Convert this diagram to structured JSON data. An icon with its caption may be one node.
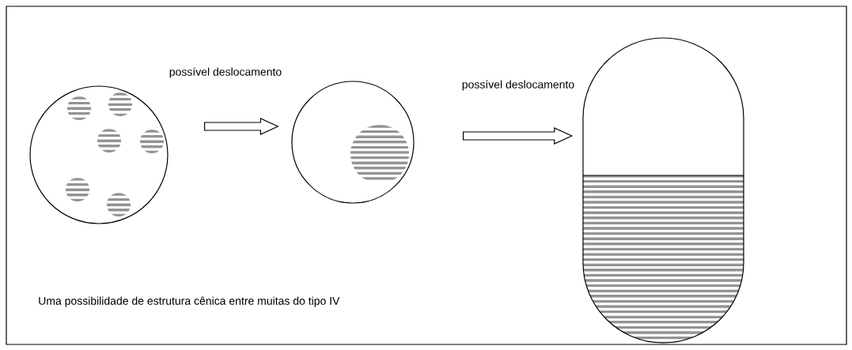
{
  "diagram": {
    "nodes": [
      {
        "text": [],
        "shape": "circle"
      },
      {
        "text": [],
        "shape": "circle"
      },
      {
        "text": [],
        "shape": "capsule"
      }
    ],
    "edges": [
      {
        "from": 0,
        "to": 1,
        "arrow": "to",
        "label": "possível deslocamento"
      },
      {
        "from": 1,
        "to": 2,
        "arrow": "to",
        "label": "possível deslocamento"
      }
    ],
    "labels": [
      "Uma possibilidade de estrutura cênica entre muitas do tipo IV"
    ]
  }
}
